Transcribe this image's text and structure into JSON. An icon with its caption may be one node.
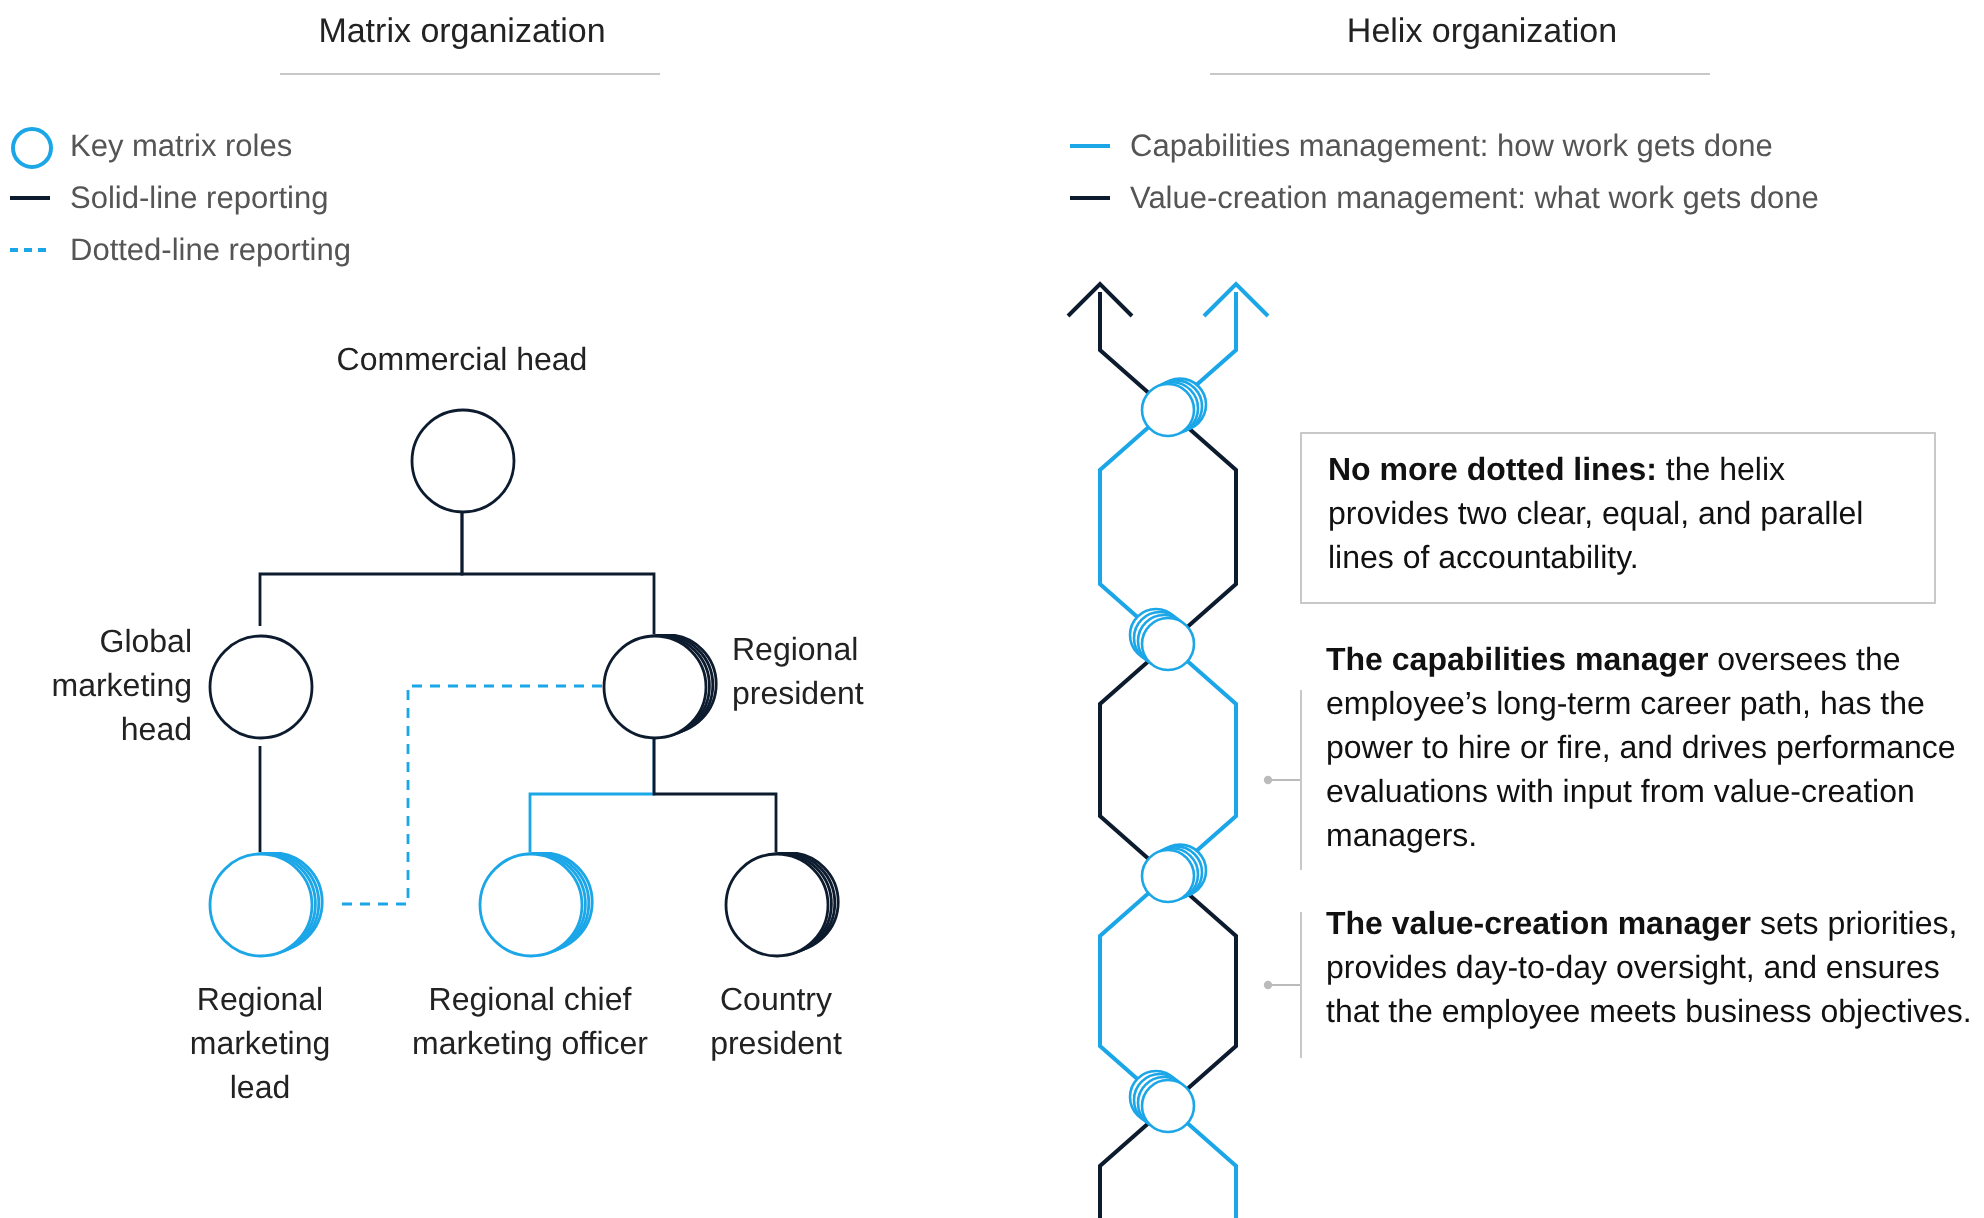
{
  "diagram": {
    "nodes": [
      {
        "text": [
          "Commercial head"
        ]
      },
      {
        "text": [
          "Global marketing head"
        ]
      },
      {
        "text": [
          "Regional president"
        ]
      },
      {
        "text": [
          "Regional marketing lead"
        ]
      },
      {
        "text": [
          "Regional chief marketing officer"
        ]
      },
      {
        "text": [
          "Country president"
        ]
      },
      {
        "text": [
          "**No more dotted lines:** the helix provides two clear, equal, and parallel lines of accountability."
        ]
      },
      {
        "text": [
          "**The capabilities manager** oversees the employee’s long-term career path, has the power to hire or fire, and drives performance evaluations with input from value-creation managers."
        ]
      },
      {
        "text": [
          "**The value-creation manager** sets priorities, provides day-to-day oversight, and ensures that the employee meets business objectives."
        ]
      },
      {
        "text": [],
        "shape": "picture"
      }
    ],
    "edges": [
      {
        "from": 0,
        "to": 1,
        "arrow": "none"
      },
      {
        "from": 0,
        "to": 2,
        "arrow": "none"
      },
      {
        "from": 1,
        "to": 3,
        "arrow": "none"
      },
      {
        "from": 2,
        "to": 4,
        "arrow": "none",
        "color": "#1ba6e8"
      },
      {
        "from": 2,
        "to": 5,
        "arrow": "none"
      },
      {
        "from": 2,
        "to": 3,
        "arrow": "none",
        "style": "dashed",
        "color": "#1ba6e8"
      },
      {
        "from": 7,
        "to": 9,
        "arrow": "other",
        "color": "#bbbbbb"
      },
      {
        "from": 8,
        "to": 9,
        "arrow": "other",
        "color": "#bbbbbb"
      }
    ],
    "labels": [
      "Matrix organization",
      "Helix organization"
    ],
    "legend": [
      {
        "text": "Key matrix roles"
      },
      {
        "text": "Solid-line reporting"
      },
      {
        "text": "Dotted-line reporting"
      },
      {
        "text": "Capabilities management: how work gets done"
      },
      {
        "text": "Value-creation management: what work gets done"
      }
    ]
  }
}
